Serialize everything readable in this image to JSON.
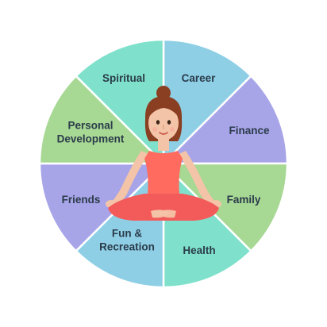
{
  "wheel": {
    "segments": [
      {
        "id": "career",
        "lines": [
          "Career"
        ],
        "color": "#8ecfe6"
      },
      {
        "id": "finance",
        "lines": [
          "Finance"
        ],
        "color": "#a7a4e8"
      },
      {
        "id": "family",
        "lines": [
          "Family"
        ],
        "color": "#a7d894"
      },
      {
        "id": "health",
        "lines": [
          "Health"
        ],
        "color": "#7fe1cb"
      },
      {
        "id": "fun-recreation",
        "lines": [
          "Fun &",
          "Recreation"
        ],
        "color": "#8ecfe6"
      },
      {
        "id": "friends",
        "lines": [
          "Friends"
        ],
        "color": "#a7a4e8"
      },
      {
        "id": "personal-development",
        "lines": [
          "Personal",
          "Development"
        ],
        "color": "#a7d894"
      },
      {
        "id": "spiritual",
        "lines": [
          "Spiritual"
        ],
        "color": "#7fe1cb"
      }
    ],
    "divider_color": "#ffffff"
  },
  "figure": {
    "icon": "meditating-woman-icon",
    "skin": "#f4c4a8",
    "hair": "#8a3f22",
    "top": "#ff6b5f",
    "pants": "#f35b5a"
  }
}
